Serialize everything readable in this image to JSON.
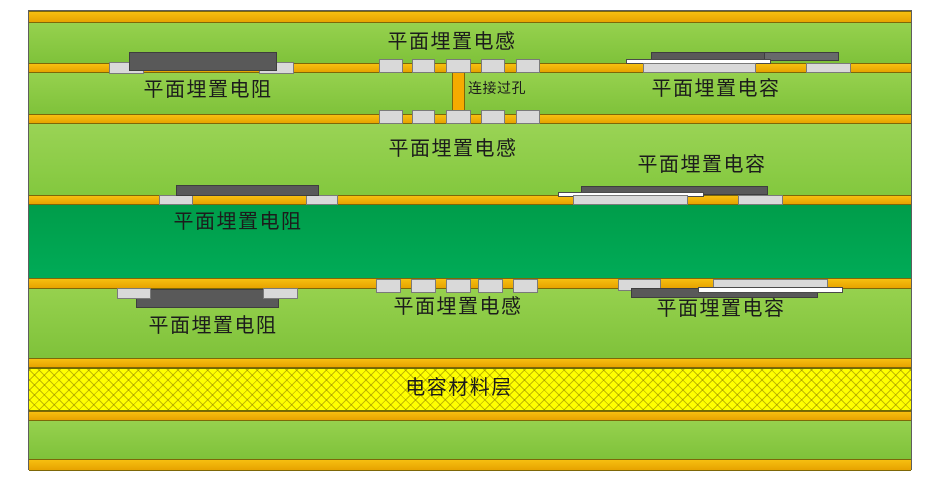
{
  "diagram": {
    "description": "PCB cross-section with embedded planar passive components",
    "stackup": [
      "copper",
      "substrate",
      "copper-with-components",
      "substrate",
      "copper-with-pads",
      "substrate",
      "copper-with-components",
      "core",
      "copper-with-components",
      "substrate",
      "copper",
      "capacitor-material",
      "copper",
      "substrate",
      "copper"
    ]
  },
  "labels": {
    "inductor": "平面埋置电感",
    "resistor": "平面埋置电阻",
    "capacitor": "平面埋置电容",
    "via": "连接过孔",
    "capacitor_material": "电容材料层"
  },
  "colors": {
    "copper": "#f0ad00",
    "substrate_green": "#8cc63e",
    "substrate_green_light": "#93cf49",
    "core_dark_green": "#00a551",
    "capacitor_material_yellow": "#ffff00",
    "component_dark_gray": "#595959",
    "pad_light_gray": "#d9d9d9",
    "dielectric_white": "#ffffff",
    "label_text": "#1c1c1c"
  }
}
